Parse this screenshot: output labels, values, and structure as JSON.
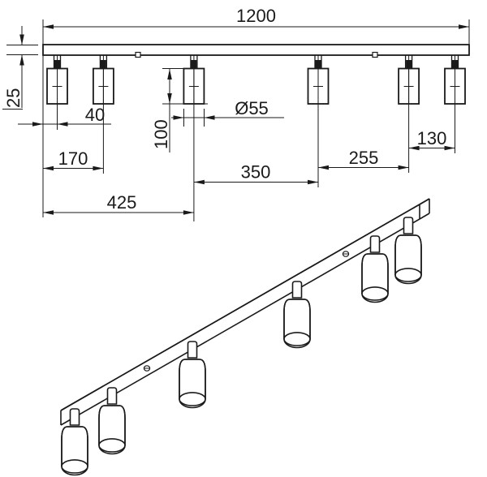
{
  "drawing": {
    "type": "technical-dimension-drawing",
    "subject": "linear ceiling bar with six cylindrical spotlights",
    "views": {
      "front_view": "orthographic front view with dimension lines",
      "iso_view": "isometric view of bar with six spots"
    },
    "dims": {
      "len_total": "1200",
      "bar_thickness": "25",
      "end_offset": "40",
      "spacing_170": "170",
      "spacing_425": "425",
      "spot_height": "100",
      "spot_diameter": "Ø55",
      "spacing_350": "350",
      "spacing_255": "255",
      "spacing_130": "130"
    },
    "colors": {
      "ink": "#1a1a1a",
      "paper": "#ffffff"
    }
  }
}
